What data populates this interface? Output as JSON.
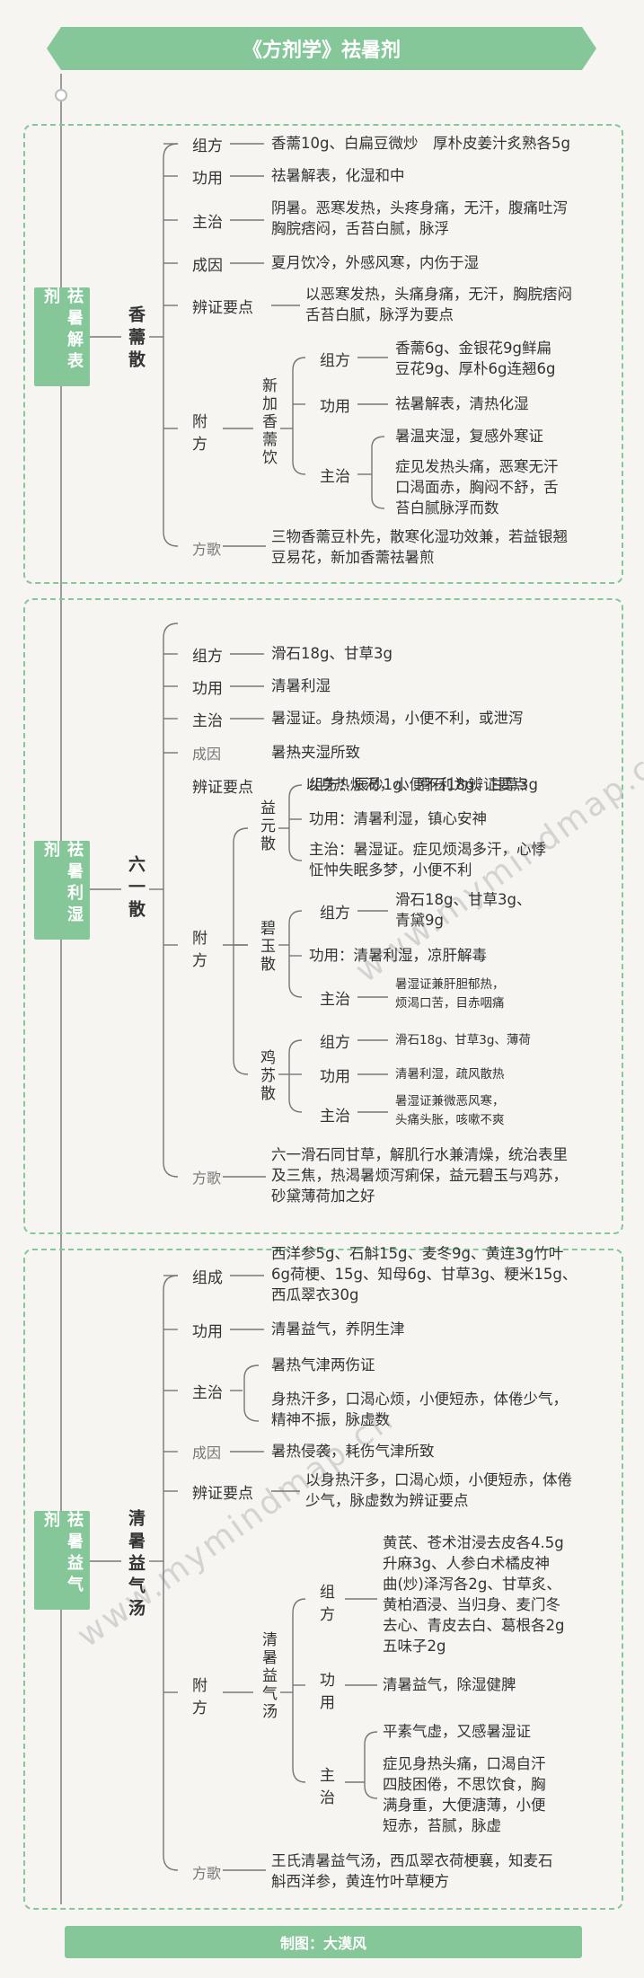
{
  "title": "《方剂学》祛暑剂",
  "footer": "制图：大漠风",
  "watermark": "www.mymindmap.cn",
  "sections": [
    {
      "category": "祛暑解表剂",
      "formula": "香薷散",
      "items": {
        "zufang": {
          "key": "组方",
          "val": [
            "香薷10g、白扁豆微炒　厚朴皮姜汁炙熟各5g"
          ]
        },
        "gongyong": {
          "key": "功用",
          "val": [
            "祛暑解表，化湿和中"
          ]
        },
        "zhuzhi": {
          "key": "主治",
          "val": [
            "阴暑。恶寒发热，头疼身痛，无汗，腹痛吐泻",
            "胸脘痞闷，舌苔白腻，脉浮"
          ]
        },
        "chengyin": {
          "key": "成因",
          "val": [
            "夏月饮冷，外感风寒，内伤于湿"
          ]
        },
        "bianzheng": {
          "key": "辨证要点",
          "val": [
            "以恶寒发热，头痛身痛，无汗，胸脘痞闷",
            "舌苔白腻，脉浮为要点"
          ]
        },
        "fufang": {
          "key": "附方"
        },
        "fangge": {
          "key": "方歌",
          "val": [
            "三物香薷豆朴先，散寒化湿功效兼，若益银翘",
            "豆易花，新加香薷祛暑煎"
          ]
        }
      },
      "sub": [
        {
          "name": "新加香薷饮",
          "zufang": {
            "key": "组方",
            "val": [
              "香薷6g、金银花9g鲜扁",
              "豆花9g、厚朴6g连翘6g"
            ]
          },
          "gongyong": {
            "key": "功用",
            "val": [
              "祛暑解表，清热化湿"
            ]
          },
          "zhuzhi": {
            "key": "主治",
            "val1": [
              "暑温夹湿，复感外寒证"
            ],
            "val2": [
              "症见发热头痛，恶寒无汗",
              "口渴面赤，胸闷不舒，舌",
              "苔白腻脉浮而数"
            ]
          }
        }
      ]
    },
    {
      "category": "祛暑利湿剂",
      "formula": "六一散",
      "items": {
        "zufang": {
          "key": "组方",
          "val": [
            "滑石18g、甘草3g"
          ]
        },
        "gongyong": {
          "key": "功用",
          "val": [
            "清暑利湿"
          ]
        },
        "zhuzhi": {
          "key": "主治",
          "val": [
            "暑湿证。身热烦渴，小便不利，或泄泻"
          ]
        },
        "chengyin": {
          "key": "成因",
          "val": [
            "暑热夹湿所致"
          ]
        },
        "bianzheng": {
          "key": "辨证要点",
          "val": [
            "以身热烦渴，小便不利为辨证要点"
          ]
        },
        "fufang": {
          "key": "附方"
        },
        "fangge": {
          "key": "方歌",
          "val": [
            "六一滑石同甘草，解肌行水兼清燥，统治表里",
            "及三焦，热渴暑烦泻痢保，益元碧玉与鸡苏，",
            "砂黛薄荷加之好"
          ]
        }
      },
      "sub": [
        {
          "name": "益元散",
          "zufang": {
            "val": [
              "组方：辰砂1g、滑石18g、甘草3g"
            ]
          },
          "gongyong": {
            "val": [
              "功用：清暑利湿，镇心安神"
            ]
          },
          "zhuzhi": {
            "val": [
              "主治：暑湿证。症见烦渴多汗，心悸",
              "怔忡失眠多梦，小便不利"
            ]
          }
        },
        {
          "name": "碧玉散",
          "zufang": {
            "key": "组方",
            "val": [
              "滑石18g、甘草3g、",
              "青黛9g"
            ]
          },
          "gongyong": {
            "val": [
              "功用：清暑利湿，凉肝解毒"
            ]
          },
          "zhuzhi": {
            "key": "主治",
            "val": [
              "暑湿证兼肝胆郁热，",
              "烦渴口苦，目赤咽痛"
            ]
          }
        },
        {
          "name": "鸡苏散",
          "zufang": {
            "key": "组方",
            "val": [
              "滑石18g、甘草3g、薄荷"
            ]
          },
          "gongyong": {
            "key": "功用",
            "val": [
              "清暑利湿，疏风散热"
            ]
          },
          "zhuzhi": {
            "key": "主治",
            "val": [
              "暑湿证兼微恶风寒，",
              "头痛头胀，咳嗽不爽"
            ]
          }
        }
      ]
    },
    {
      "category": "祛暑益气剂",
      "formula": "清暑益气汤",
      "items": {
        "zufang": {
          "key": "组成",
          "val": [
            "西洋参5g、石斛15g、麦冬9g、黄连3g竹叶",
            "6g荷梗、15g、知母6g、甘草3g、粳米15g、",
            "西瓜翠衣30g"
          ]
        },
        "gongyong": {
          "key": "功用",
          "val": [
            "清暑益气，养阴生津"
          ]
        },
        "zhuzhi": {
          "key": "主治",
          "val1": [
            "暑热气津两伤证"
          ],
          "val2": [
            "身热汗多，口渴心烦，小便短赤，体倦少气，",
            "精神不振，脉虚数"
          ]
        },
        "chengyin": {
          "key": "成因",
          "val": [
            "暑热侵袭，耗伤气津所致"
          ]
        },
        "bianzheng": {
          "key": "辨证要点",
          "val": [
            "以身热汗多，口渴心烦，小便短赤，体倦",
            "少气，脉虚数为辨证要点"
          ]
        },
        "fufang": {
          "key": "附方"
        },
        "fangge": {
          "key": "方歌",
          "val": [
            "王氏清暑益气汤，西瓜翠衣荷梗襄，知麦石",
            "斛西洋参，黄连竹叶草粳方"
          ]
        }
      },
      "sub": [
        {
          "name": "清暑益气汤",
          "zufang": {
            "key": "组方",
            "val": [
              "黄芪、苍术泔浸去皮各4.5g",
              "升麻3g、人参白术橘皮神",
              "曲(炒)泽泻各2g、甘草炙、",
              "黄柏酒浸、当归身、麦门冬",
              "去心、青皮去白、葛根各2g",
              "五味子2g"
            ]
          },
          "gongyong": {
            "key": "功用",
            "val": [
              "清暑益气，除湿健脾"
            ]
          },
          "zhuzhi": {
            "key": "主治",
            "val1": [
              "平素气虚，又感暑湿证"
            ],
            "val2": [
              "症见身热头痛，口渴自汗",
              "四肢困倦，不思饮食，胸",
              "满身重，大便溏薄，小便",
              "短赤，苔腻，脉虚"
            ]
          }
        }
      ]
    }
  ]
}
